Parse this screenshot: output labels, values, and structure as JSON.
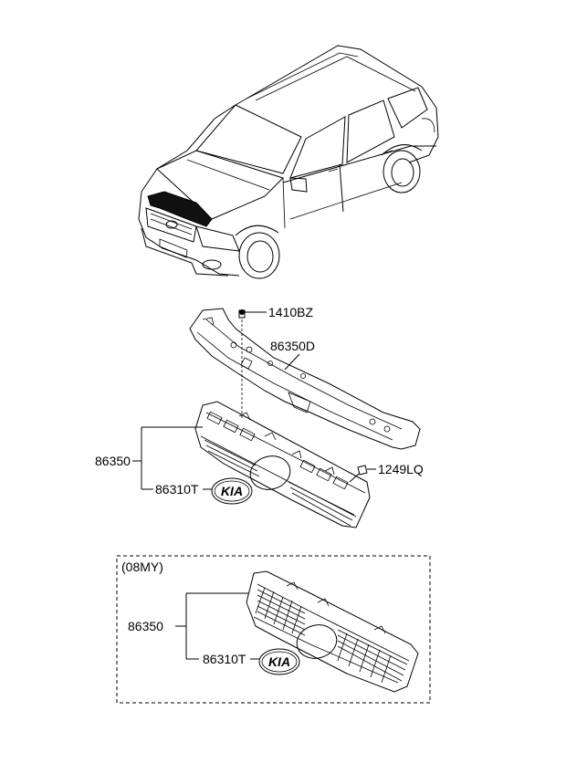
{
  "callouts": {
    "bolt_1410bz": "1410BZ",
    "cowl_86350d": "86350D",
    "grille_86350": "86350",
    "emblem_86310t": "86310T",
    "screw_1249lq": "1249LQ"
  },
  "variant_box": {
    "title": "(08MY)",
    "grille_label": "86350",
    "emblem_label": "86310T"
  },
  "emblem_text": "KIA"
}
